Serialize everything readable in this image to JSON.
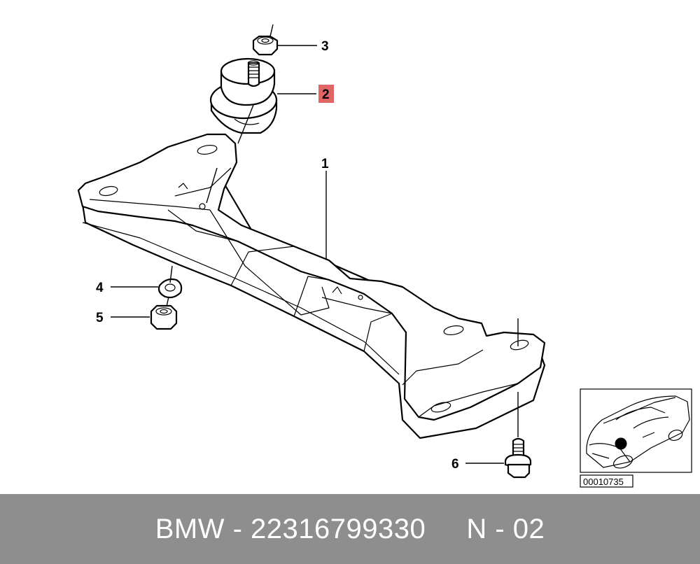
{
  "callouts": [
    {
      "id": "3",
      "highlighted": false
    },
    {
      "id": "2",
      "highlighted": true
    },
    {
      "id": "1",
      "highlighted": false
    },
    {
      "id": "4",
      "highlighted": false
    },
    {
      "id": "5",
      "highlighted": false
    },
    {
      "id": "6",
      "highlighted": false
    }
  ],
  "highlight_color": "#e06666",
  "thumbnail": {
    "code": "00010735"
  },
  "footer": {
    "text": "BMW - 22316799330     N - 02",
    "background": "#8e8e8e"
  }
}
